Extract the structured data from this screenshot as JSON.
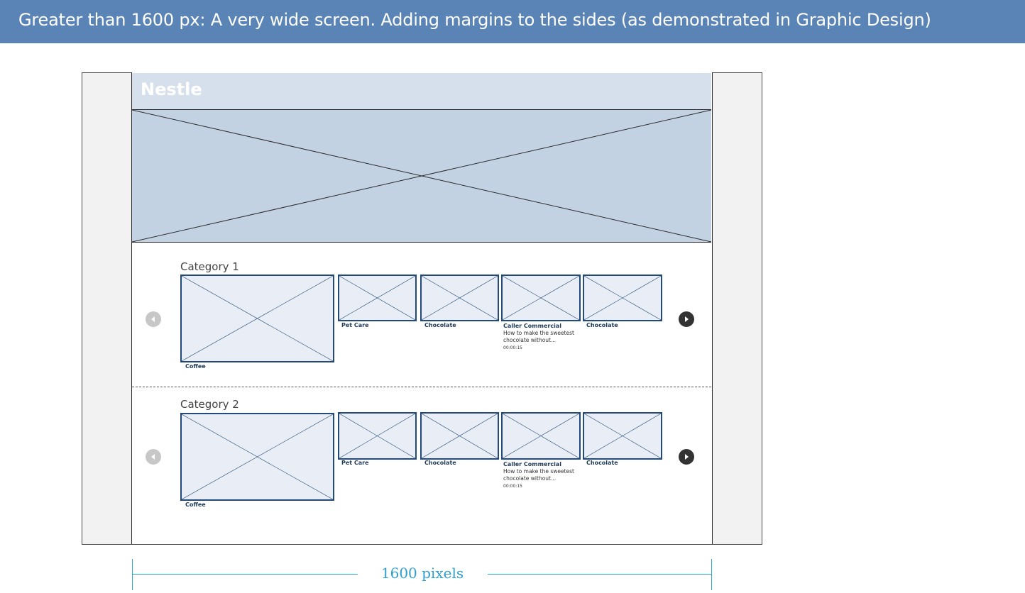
{
  "banner": {
    "title": "Greater than 1600 px: A very wide screen. Adding margins to the sides (as demonstrated in Graphic Design)"
  },
  "wireframe": {
    "logo": "Nestle",
    "sections": [
      {
        "title": "Category 1",
        "featured_label": "Coffee",
        "items": [
          {
            "label": "Pet Care"
          },
          {
            "label": "Chocolate"
          },
          {
            "label": "Caller Commercial",
            "desc1": "How to make the sweetest",
            "desc2": "chocolate without...",
            "time": "00:00:15"
          },
          {
            "label": "Chocolate"
          }
        ]
      },
      {
        "title": "Category 2",
        "featured_label": "Coffee",
        "items": [
          {
            "label": "Pet Care"
          },
          {
            "label": "Chocolate"
          },
          {
            "label": "Caller Commercial",
            "desc1": "How to make the sweetest",
            "desc2": "chocolate without...",
            "time": "00:00:15"
          },
          {
            "label": "Chocolate"
          }
        ]
      }
    ]
  },
  "measurement": {
    "label": "1600 pixels"
  },
  "colors": {
    "banner": "#5a84b6",
    "header": "#d6e0ec",
    "hero": "#c3d2e3",
    "thumb_border": "#234a78",
    "measure": "#2fa7d6"
  },
  "icons": {
    "prev": "arrow-left-icon",
    "next": "arrow-right-icon"
  }
}
